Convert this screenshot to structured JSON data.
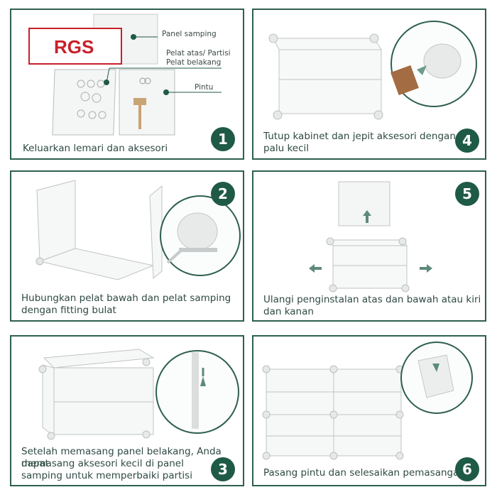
{
  "brand": {
    "logo": "RGS"
  },
  "steps": [
    {
      "number": "1",
      "caption": "Keluarkan lemari dan aksesori",
      "labels": {
        "side_panel": "Panel samping",
        "top_panel": "Pelat atas/ Partisi",
        "back_panel": "Pelat belakang",
        "door": "Pintu"
      }
    },
    {
      "number": "2",
      "caption_lines": [
        "Hubungkan pelat bawah dan pelat samping",
        "dengan fitting bulat"
      ]
    },
    {
      "number": "3",
      "caption_lines": [
        "Setelah memasang panel belakang, Anda dapat",
        "memasang aksesori kecil di panel",
        "samping untuk memperbaiki partisi"
      ]
    },
    {
      "number": "4",
      "caption_lines": [
        "Tutup kabinet dan jepit aksesori dengan",
        "palu kecil"
      ]
    },
    {
      "number": "5",
      "caption_lines": [
        "Ulangi penginstalan atas dan bawah atau kiri",
        "dan kanan"
      ]
    },
    {
      "number": "6",
      "caption": "Pasang pintu dan selesaikan pemasangan"
    }
  ],
  "colors": {
    "border": "#2e5f50",
    "badge": "#1f5a46",
    "logo": "#c8202a",
    "arrow": "#5c8a7c"
  }
}
